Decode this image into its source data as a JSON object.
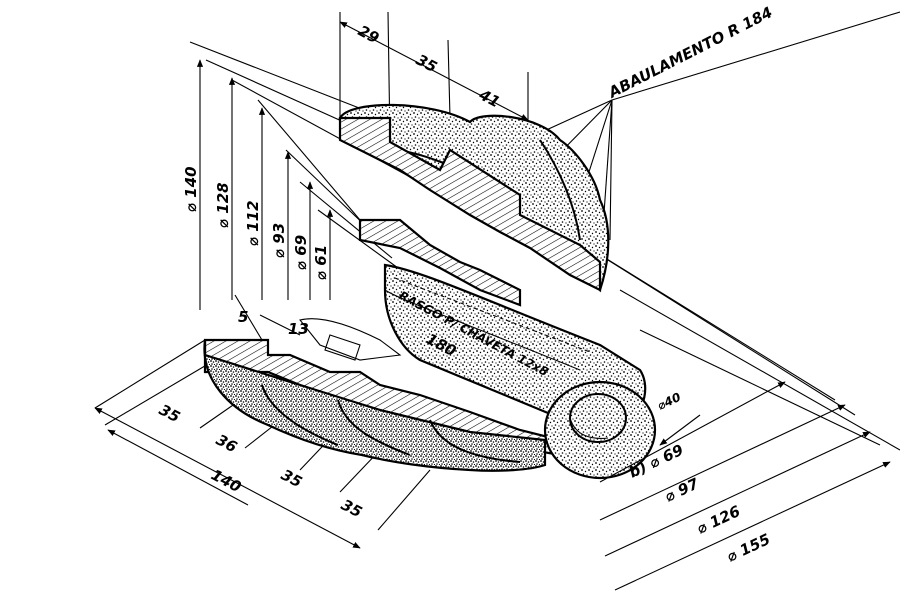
{
  "drawing": {
    "annotation": "ABAULAMENTO R 184",
    "keyway_label": "RASGO P/ CHAVETA 12x8",
    "length_label": "180",
    "top_dims": [
      "29",
      "35",
      "41"
    ],
    "vertical_diameters": [
      "⌀ 140",
      "⌀ 128",
      "⌀ 112",
      "⌀ 93",
      "⌀ 69",
      "⌀ 61"
    ],
    "left_small_dims": [
      "5",
      "13"
    ],
    "bottom_dims": [
      "35",
      "36",
      "35",
      "35"
    ],
    "bottom_total": "140",
    "right_diameters": [
      "⌀40",
      "b) ⌀ 69",
      "⌀ 97",
      "⌀ 126",
      "⌀ 155"
    ]
  }
}
